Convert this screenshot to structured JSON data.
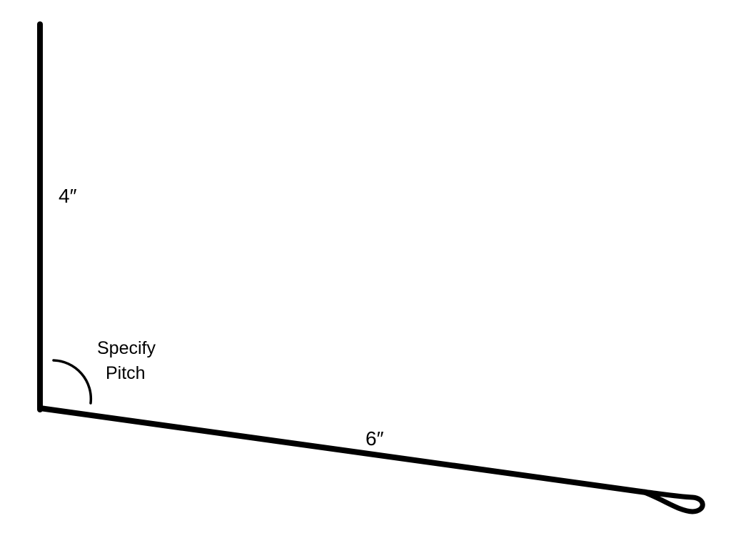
{
  "diagram": {
    "vertical_leg_label": "4″",
    "bottom_leg_label": "6″",
    "pitch_note": {
      "line1": "Specify",
      "line2": "Pitch"
    },
    "stroke_color": "#000000",
    "background_color": "#ffffff"
  }
}
